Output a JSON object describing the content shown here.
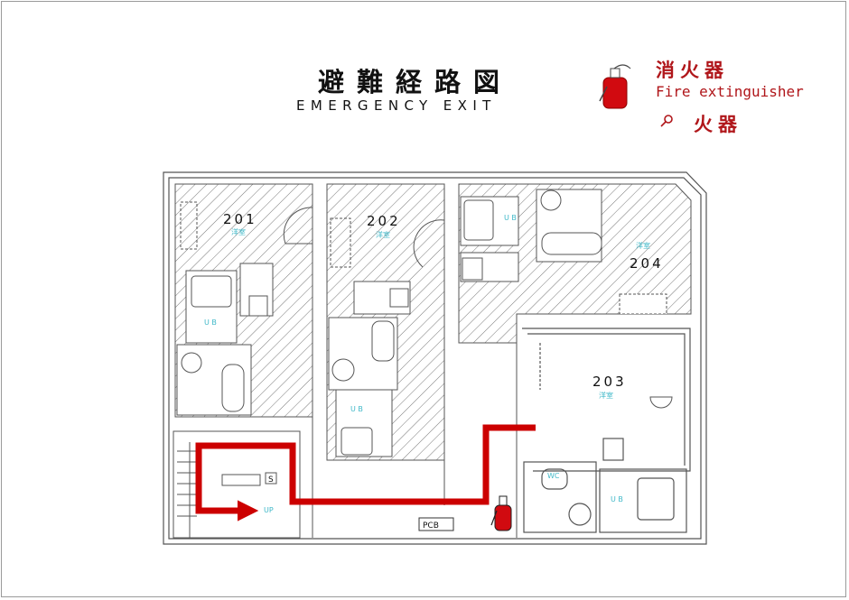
{
  "title": {
    "jp": "避難経路図",
    "en": "EMERGENCY EXIT"
  },
  "legend": {
    "extinguisher_jp": "消火器",
    "extinguisher_en": "Fire extinguisher",
    "fire_jp": "火器",
    "extinguisher_icon": "fire-extinguisher-icon",
    "fire_icon": "magnifier-icon"
  },
  "rooms": {
    "r201": {
      "number": "201",
      "label": "洋室"
    },
    "r202": {
      "number": "202",
      "label": "洋室"
    },
    "r203": {
      "number": "203",
      "label": "洋室"
    },
    "r204": {
      "number": "204",
      "label": "洋室"
    }
  },
  "fixtures": {
    "ub": "U B",
    "ub_short": "UB",
    "wc": "WC",
    "up": "UP",
    "s_box": "S",
    "pcb": "PCB"
  },
  "colors": {
    "route": "#cc0000",
    "wall": "#555555",
    "hatch": "#555555",
    "fixture_cyan": "#3fb8c8",
    "legend_text": "#b0161a"
  }
}
